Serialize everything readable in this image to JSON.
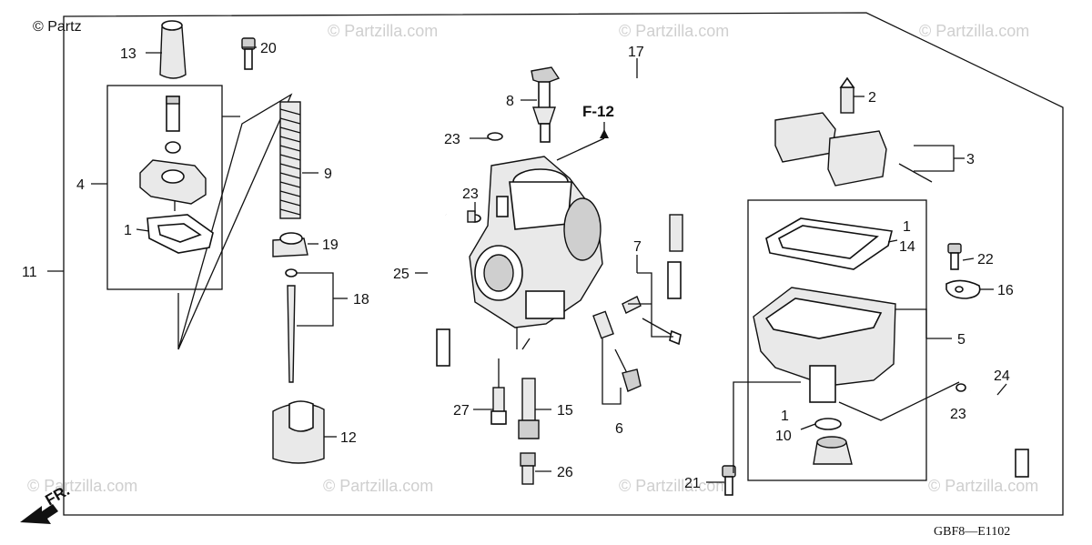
{
  "watermark": "© Partzilla.com",
  "corner_watermark": "© Partz",
  "diagram_code": "GBF8—E1102",
  "front_label": "FR.",
  "ref_label": "F-12",
  "callouts": {
    "c13": "13",
    "c20": "20",
    "c4": "4",
    "c1a": "1",
    "c11": "11",
    "c9": "9",
    "c19": "19",
    "c18": "18",
    "c12": "12",
    "c8": "8",
    "c23a": "23",
    "c23b": "23",
    "c25": "25",
    "c17": "17",
    "c7": "7",
    "c27": "27",
    "c15": "15",
    "c26": "26",
    "c6": "6",
    "c2": "2",
    "c3": "3",
    "c1b": "1",
    "c14": "14",
    "c22": "22",
    "c16": "16",
    "c5": "5",
    "c1c": "1",
    "c10": "10",
    "c24": "24",
    "c23c": "23",
    "c21": "21"
  }
}
